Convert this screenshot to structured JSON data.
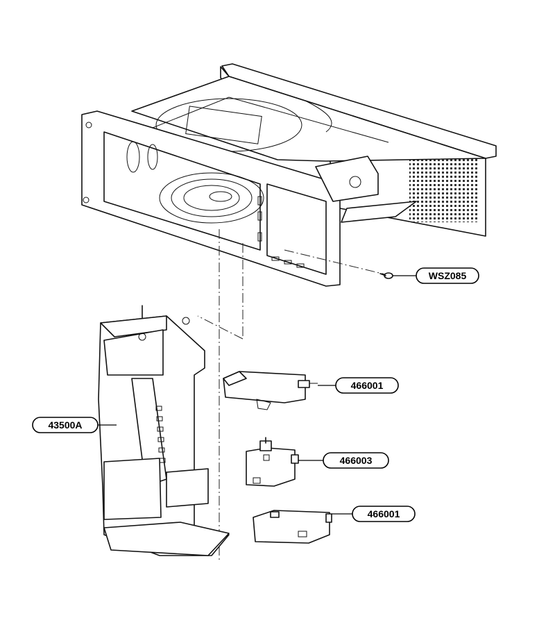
{
  "callouts": [
    {
      "id": "wsz085",
      "label": "WSZ085",
      "part": "screw"
    },
    {
      "id": "466001a",
      "label": "466001",
      "part": "upper-switch"
    },
    {
      "id": "43500a",
      "label": "43500A",
      "part": "latch-board-bracket"
    },
    {
      "id": "466003",
      "label": "466003",
      "part": "middle-switch"
    },
    {
      "id": "466001b",
      "label": "466001",
      "part": "lower-switch"
    }
  ]
}
